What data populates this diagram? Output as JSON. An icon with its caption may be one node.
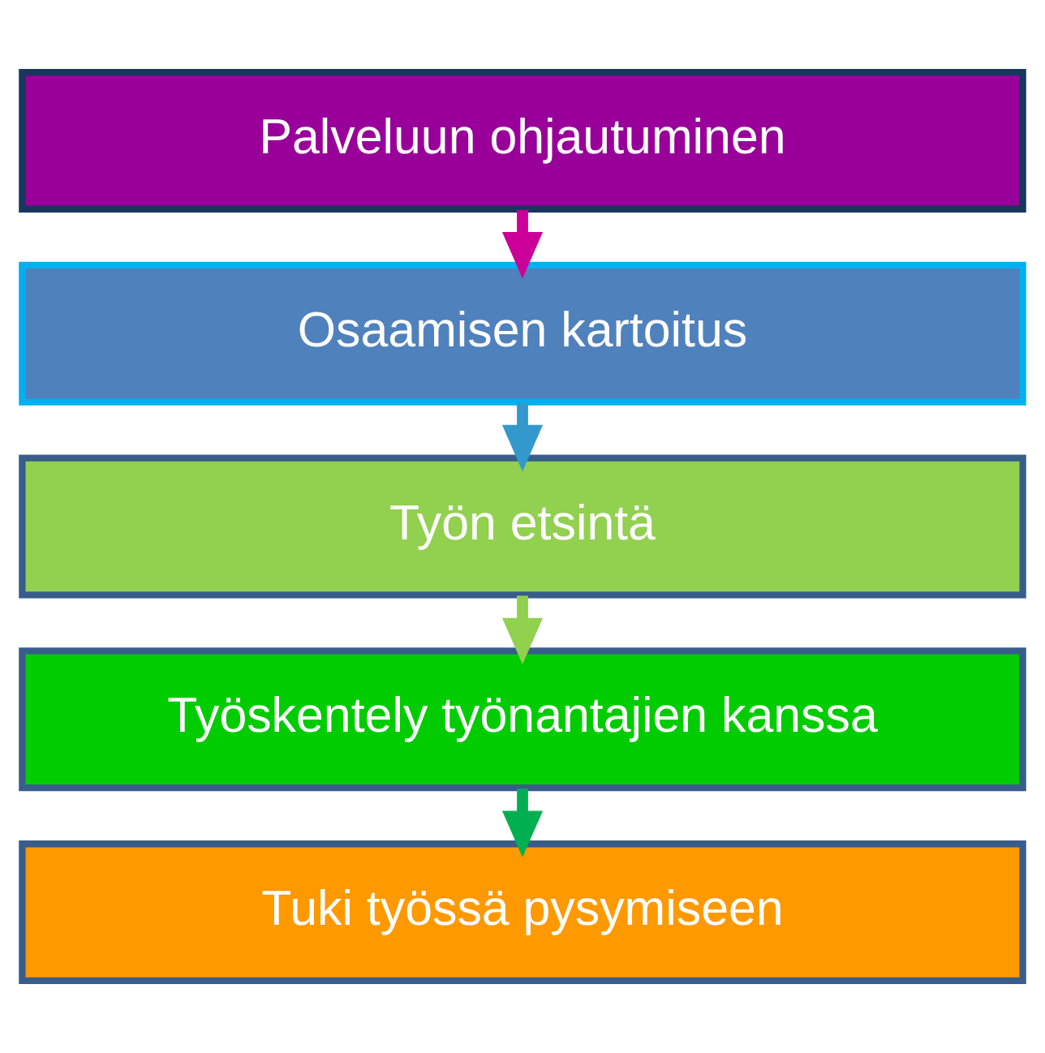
{
  "diagram": {
    "nodes": [
      {
        "text": [
          "Palveluun ohjautuminen"
        ]
      },
      {
        "text": [
          "Osaamisen kartoitus"
        ]
      },
      {
        "text": [
          "Työn etsintä"
        ]
      },
      {
        "text": [
          "Työskentely työnantajien kanssa"
        ]
      },
      {
        "text": [
          "Tuki työssä pysymiseen"
        ]
      }
    ],
    "edges": [
      {
        "from": 0,
        "to": 1,
        "arrow": "to",
        "color": "#cc0099"
      },
      {
        "from": 1,
        "to": 2,
        "arrow": "to",
        "color": "#3399cc"
      },
      {
        "from": 2,
        "to": 3,
        "arrow": "to",
        "color": "#92d050"
      },
      {
        "from": 3,
        "to": 4,
        "arrow": "to",
        "color": "#00b050"
      }
    ]
  }
}
